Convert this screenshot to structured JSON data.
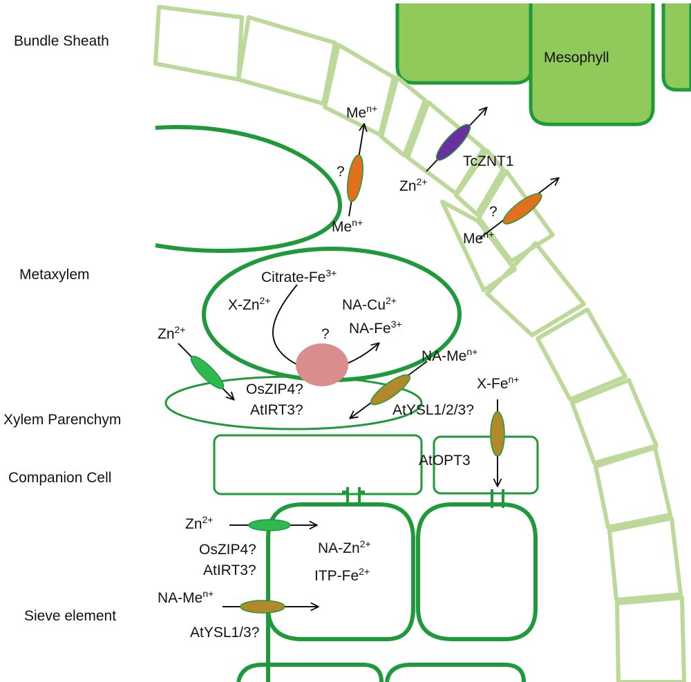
{
  "tissues": {
    "bundle_sheath": "Bundle Sheath",
    "mesophyll": "Mesophyll",
    "metaxylem": "Metaxylem",
    "xylem_parenchyma": "Xylem Parenchym",
    "companion_cell": "Companion Cell",
    "sieve_element": "Sieve element"
  },
  "bundle_sheath_transport": {
    "left_unknown": {
      "mark": "?",
      "base": "Me",
      "sup": "n+"
    },
    "left_unknown_top": {
      "base": "Me",
      "sup": "n+"
    },
    "tcznt1": {
      "name": "TcZNT1",
      "ion_base": "Zn",
      "ion_sup": "2+"
    },
    "right_unknown": {
      "mark": "?",
      "base": "Me",
      "sup": "n+"
    }
  },
  "metaxylem_contents": {
    "citrate_fe": {
      "base": "Citrate-Fe",
      "sup": "3+"
    },
    "x_zn": {
      "base": "X-Zn",
      "sup": "2+"
    },
    "na_cu": {
      "base": "NA-Cu",
      "sup": "2+"
    },
    "na_fe": {
      "base": "NA-Fe",
      "sup": "3+"
    },
    "unknown_transporter": "?"
  },
  "xylem_parenchyma_transport": {
    "zn_ion": {
      "base": "Zn",
      "sup": "2+"
    },
    "oszip4": "OsZIP4?",
    "atirt3": "AtIRT3?",
    "na_me": {
      "base": "NA-Me",
      "sup": "n+"
    },
    "atysl123": "AtYSL1/2/3?",
    "x_fe": {
      "base": "X-Fe",
      "sup": "n+"
    },
    "atopt3": "AtOPT3"
  },
  "sieve_element_transport": {
    "zn_ion": {
      "base": "Zn",
      "sup": "2+"
    },
    "oszip4": "OsZIP4?",
    "atirt3": "AtIRT3?",
    "na_zn": {
      "base": "NA-Zn",
      "sup": "2+"
    },
    "itp_fe": {
      "base": "ITP-Fe",
      "sup": "2+"
    },
    "na_me": {
      "base": "NA-Me",
      "sup": "n+"
    },
    "atysl13": "AtYSL1/3?"
  },
  "colors": {
    "dark_green": "#1f9a3a",
    "light_green": "#bcd99a",
    "mesophyll_fill": "#8fca5a",
    "orange": "#e0701e",
    "purple": "#6a2fa0",
    "bright_green": "#2fb84f",
    "olive": "#b2892a",
    "pink": "#d98d8d"
  }
}
